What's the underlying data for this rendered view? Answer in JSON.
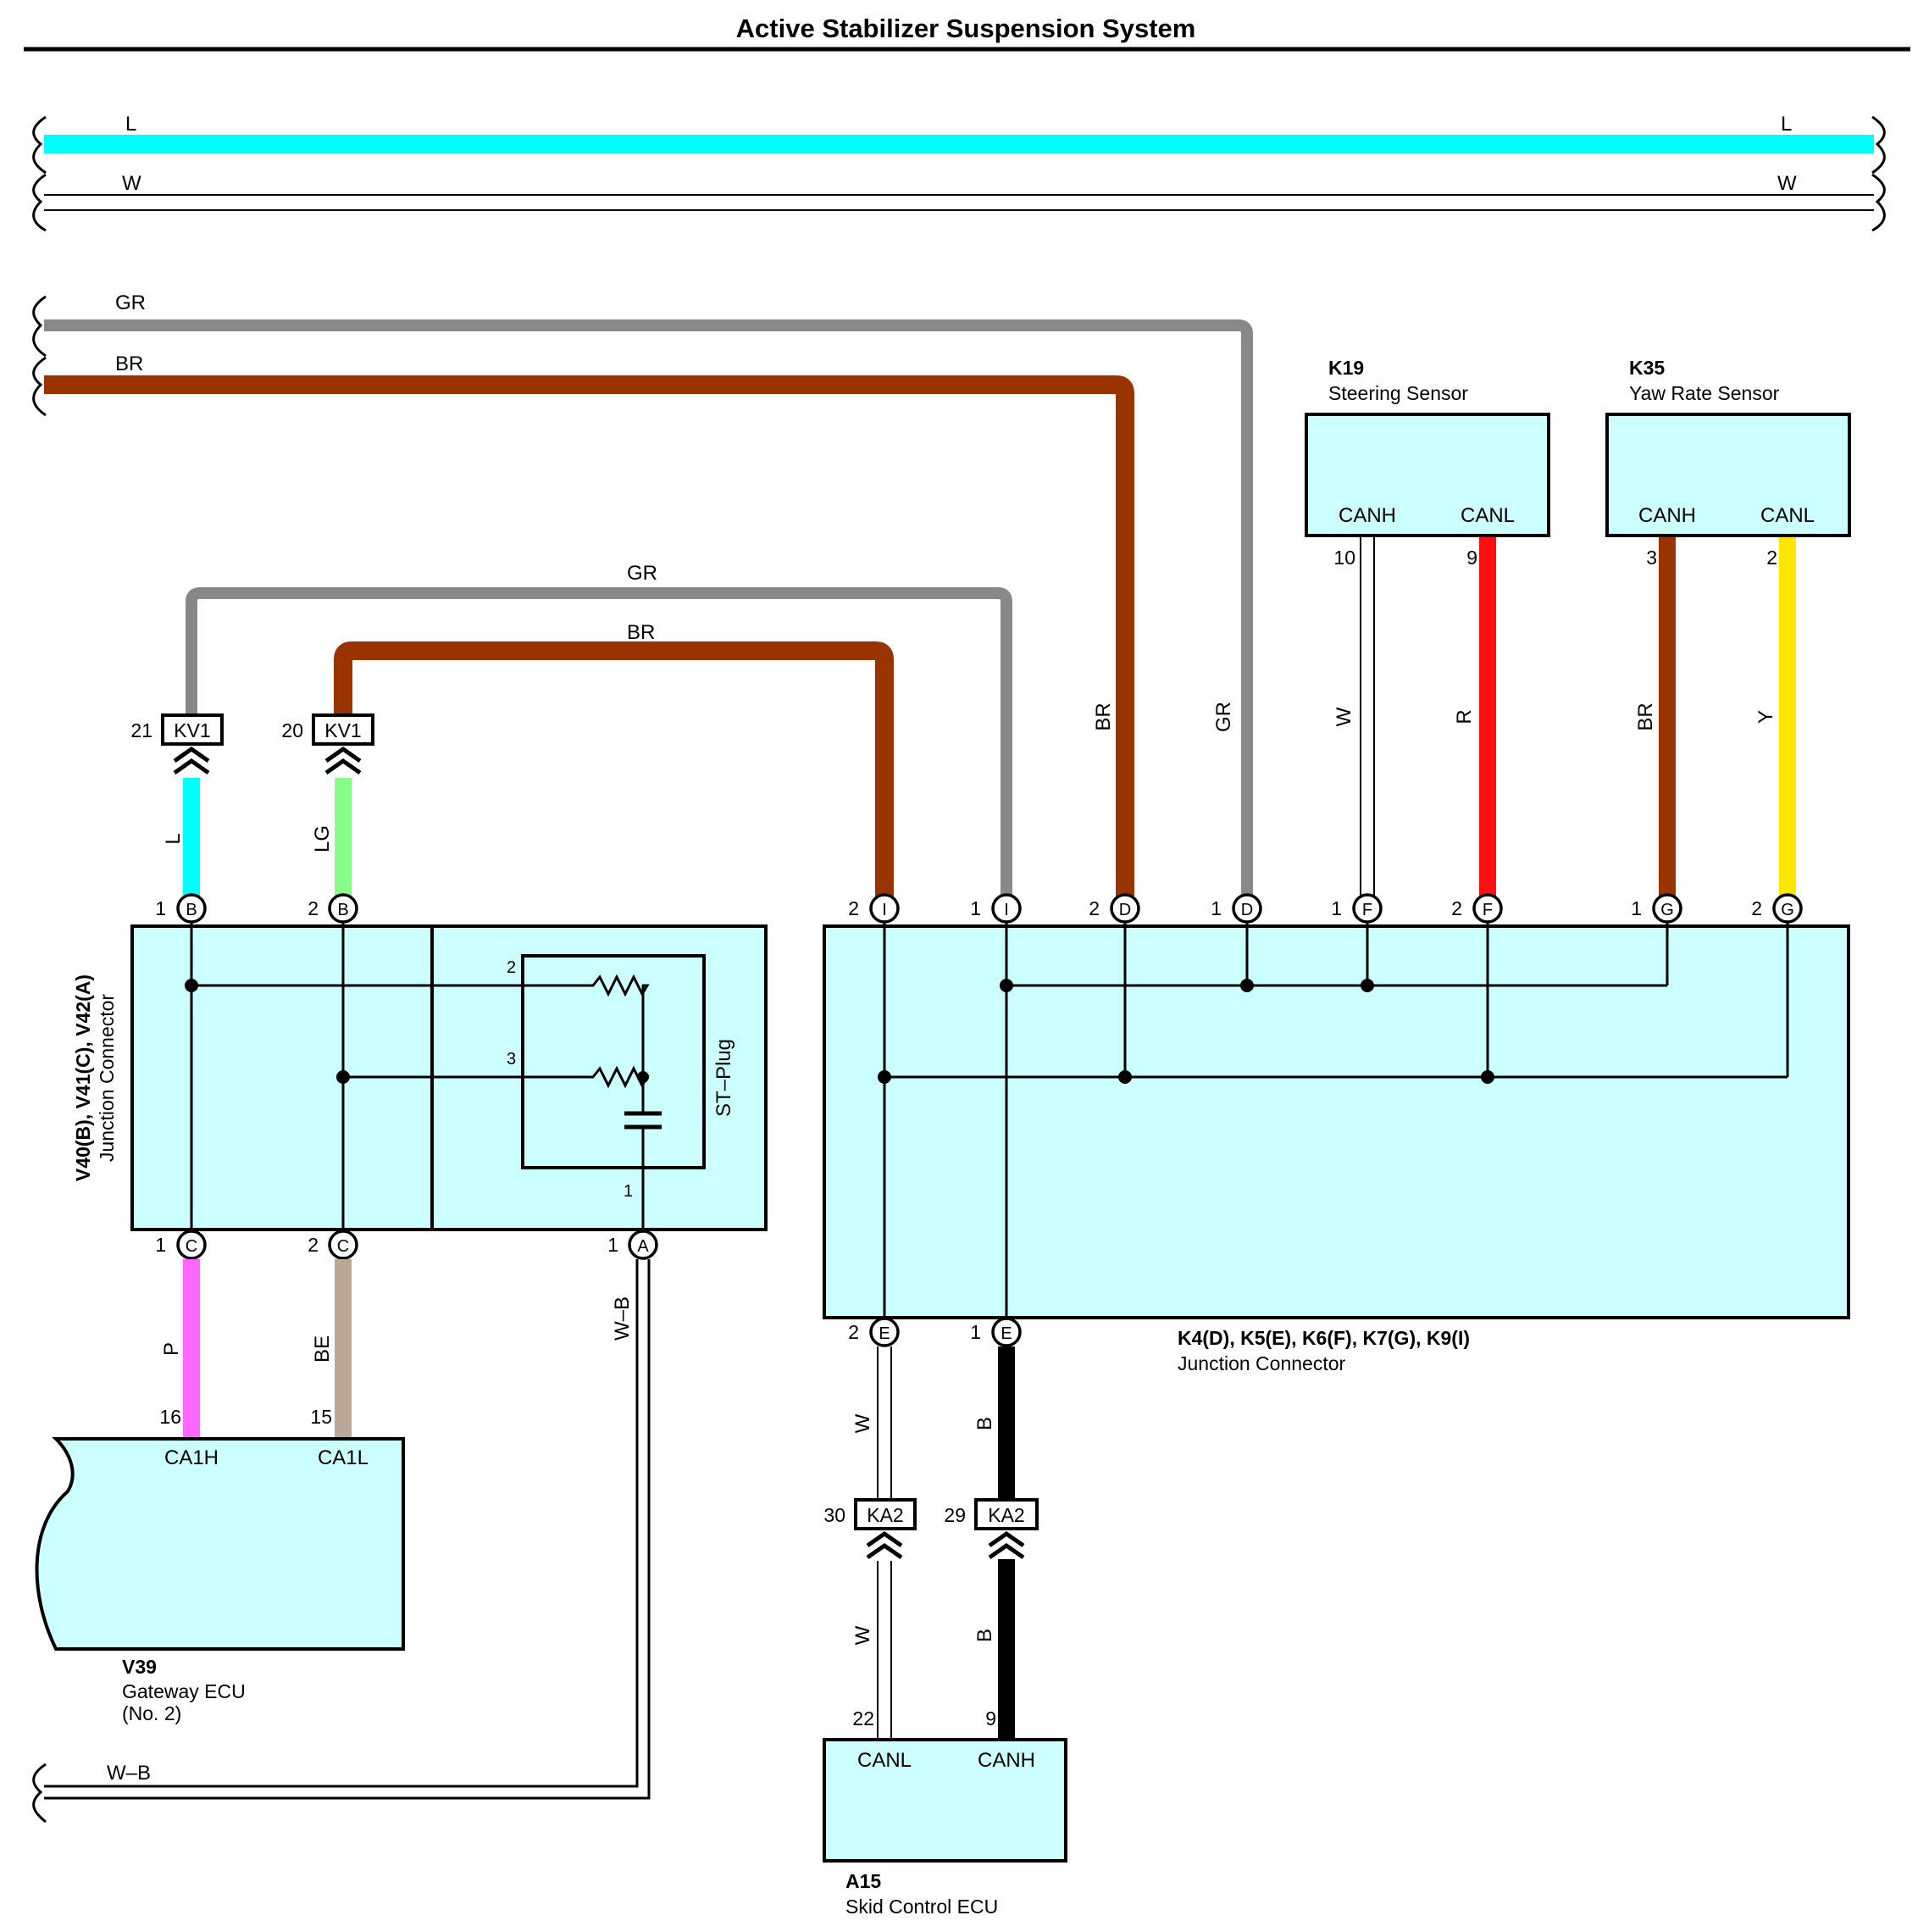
{
  "title": "Active Stabilizer Suspension System",
  "colors": {
    "L": "#00ffff",
    "W": "#ffffff",
    "GR": "#888888",
    "BR": "#993300",
    "LG": "#88ff88",
    "P": "#ff66ff",
    "BE": "#bba899",
    "R": "#ff1111",
    "Y": "#ffe600",
    "B": "#000000",
    "box_fill": "#ccffff"
  },
  "wires": {
    "top_L_left": "L",
    "top_L_right": "L",
    "top_W_left": "W",
    "top_W_right": "W",
    "bus_GR": "GR",
    "bus_BR": "BR",
    "mid_GR": "GR",
    "mid_BR": "BR",
    "kv1_21": "L",
    "kv1_20": "LG",
    "c1": "P",
    "c2": "BE",
    "a1": "W–B",
    "d2": "BR",
    "d1": "GR",
    "f1": "W",
    "f2": "R",
    "g1": "BR",
    "g2": "Y",
    "e2_upper": "W",
    "e1_upper": "B",
    "e2_lower": "W",
    "e1_lower": "B",
    "bottom_WB": "W–B"
  },
  "connectors": {
    "kv1_21": {
      "pin": "21",
      "label": "KV1"
    },
    "kv1_20": {
      "pin": "20",
      "label": "KV1"
    },
    "ka2_30": {
      "pin": "30",
      "label": "KA2"
    },
    "ka2_29": {
      "pin": "29",
      "label": "KA2"
    }
  },
  "left_junction": {
    "id": "V40(B), V41(C), V42(A)",
    "name": "Junction Connector",
    "stplug": "ST–Plug",
    "pins": [
      {
        "num": "1",
        "letter": "B"
      },
      {
        "num": "2",
        "letter": "B"
      },
      {
        "num": "1",
        "letter": "C"
      },
      {
        "num": "2",
        "letter": "C"
      },
      {
        "num": "1",
        "letter": "A"
      }
    ],
    "inner_pins": {
      "r1": "2",
      "r2": "3",
      "cap": "1"
    }
  },
  "right_junction": {
    "id": "K4(D), K5(E), K6(F), K7(G), K9(I)",
    "name": "Junction Connector",
    "top_pins": [
      {
        "num": "2",
        "letter": "I"
      },
      {
        "num": "1",
        "letter": "I"
      },
      {
        "num": "2",
        "letter": "D"
      },
      {
        "num": "1",
        "letter": "D"
      },
      {
        "num": "1",
        "letter": "F"
      },
      {
        "num": "2",
        "letter": "F"
      },
      {
        "num": "1",
        "letter": "G"
      },
      {
        "num": "2",
        "letter": "G"
      }
    ],
    "bottom_pins": [
      {
        "num": "2",
        "letter": "E"
      },
      {
        "num": "1",
        "letter": "E"
      }
    ]
  },
  "components": {
    "k19": {
      "id": "K19",
      "name": "Steering Sensor",
      "sig1": "CANH",
      "sig2": "CANL",
      "pin1": "10",
      "pin2": "9"
    },
    "k35": {
      "id": "K35",
      "name": "Yaw Rate Sensor",
      "sig1": "CANH",
      "sig2": "CANL",
      "pin1": "3",
      "pin2": "2"
    },
    "v39": {
      "id": "V39",
      "name": "Gateway ECU",
      "name2": "(No. 2)",
      "sig1": "CA1H",
      "sig2": "CA1L",
      "pin1": "16",
      "pin2": "15"
    },
    "a15": {
      "id": "A15",
      "name": "Skid Control ECU",
      "sig1": "CANL",
      "sig2": "CANH",
      "pin1": "22",
      "pin2": "9"
    }
  }
}
